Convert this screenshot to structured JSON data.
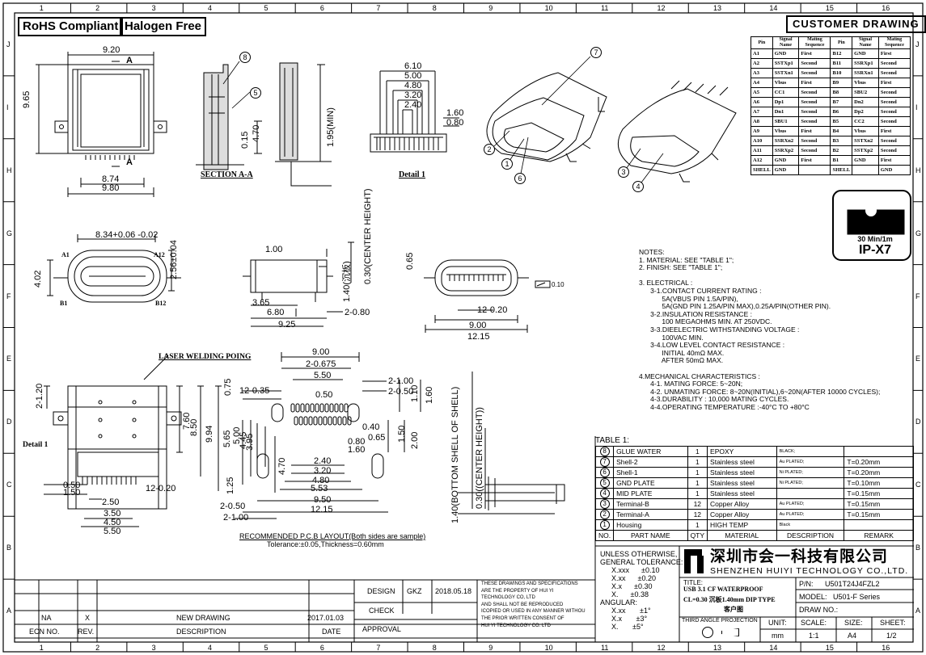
{
  "header": {
    "badge_rohs": "RoHS Compliant",
    "badge_halogen": "Halogen Free",
    "customer_drawing": "CUSTOMER DRAWING"
  },
  "border": {
    "cols": [
      "1",
      "2",
      "3",
      "4",
      "5",
      "6",
      "7",
      "8",
      "9",
      "10",
      "11",
      "12",
      "13",
      "14",
      "15",
      "16"
    ],
    "rows": [
      "J",
      "I",
      "H",
      "G",
      "F",
      "E",
      "D",
      "C",
      "B",
      "A"
    ]
  },
  "views": {
    "section_label": "SECTION A-A",
    "detail1_label": "Detail  1",
    "detail1_left": "Detail  1",
    "section_letter": "A",
    "laser_label": "LASER WELDING POING",
    "pcb_title": "RECOMMENDED P.C.B LAYOUT(Both sides are sample)",
    "pcb_tol": "Tolerance:±0.05,Thickness=0.60mm",
    "center_height": "0.30(CENTER HEIGHT)",
    "center_height2": "0.30((CENTER HEIGHT))",
    "bottom_shell": "1.40(BOTTOM SHELL OF SHELL)",
    "dims_top": [
      "9.20",
      "9.65",
      "8.74",
      "9.80",
      "0.15",
      "4.70",
      "1.95(MIN)",
      "6.10",
      "5.00",
      "4.80",
      "3.20",
      "2.40",
      "1.60",
      "0.80"
    ],
    "dims_mid": [
      "8.34+0.06 -0.02",
      "2.56±0.04",
      "4.02",
      "1.00",
      "1.40(沉板)",
      "3.65",
      "6.80",
      "9.25",
      "2-0.80",
      "0.65",
      "12-0.20",
      "9.00",
      "12.15",
      "0.10"
    ],
    "dims_low": [
      "2-1.20",
      "7.60",
      "8.50",
      "9.94",
      "0.50",
      "1.50",
      "12-0.20",
      "2.50",
      "3.50",
      "4.50",
      "5.50"
    ],
    "dims_pcb": [
      "9.00",
      "2-0.675",
      "5.50",
      "12-0.35",
      "0.75",
      "2-1.00",
      "2-0.50",
      "1.10",
      "1.60",
      "0.50",
      "0.40",
      "0.65",
      "0.80",
      "1.60",
      "1.50",
      "2.00",
      "5.65",
      "5.00",
      "4.45",
      "3.95",
      "4.70",
      "2.40",
      "3.20",
      "4.80",
      "5.53",
      "1.25",
      "2-0.50",
      "9.50",
      "2-1.00",
      "12.15"
    ],
    "balloons": [
      "8",
      "5",
      "7",
      "2",
      "1",
      "6",
      "3",
      "4"
    ],
    "pin_labels": [
      "A1",
      "A12",
      "B12",
      "B1"
    ]
  },
  "pin_table": {
    "headers": [
      "Pin",
      "Signal Name",
      "Mating Sequence",
      "Pin",
      "Signal Name",
      "Mating Sequence"
    ],
    "rows": [
      [
        "A1",
        "GND",
        "First",
        "B12",
        "GND",
        "First"
      ],
      [
        "A2",
        "SSTXp1",
        "Second",
        "B11",
        "SSRXp1",
        "Second"
      ],
      [
        "A3",
        "SSTXn1",
        "Second",
        "B10",
        "SSRXn1",
        "Second"
      ],
      [
        "A4",
        "Vbus",
        "First",
        "B9",
        "Vbus",
        "First"
      ],
      [
        "A5",
        "CC1",
        "Second",
        "B8",
        "SBU2",
        "Second"
      ],
      [
        "A6",
        "Dp1",
        "Second",
        "B7",
        "Dn2",
        "Second"
      ],
      [
        "A7",
        "Dn1",
        "Second",
        "B6",
        "Dp2",
        "Second"
      ],
      [
        "A8",
        "SBU1",
        "Second",
        "B5",
        "CC2",
        "Second"
      ],
      [
        "A9",
        "Vbus",
        "First",
        "B4",
        "Vbus",
        "First"
      ],
      [
        "A10",
        "SSRXn2",
        "Second",
        "B3",
        "SSTXn2",
        "Second"
      ],
      [
        "A11",
        "SSRXp2",
        "Second",
        "B2",
        "SSTXp2",
        "Second"
      ],
      [
        "A12",
        "GND",
        "First",
        "B1",
        "GND",
        "First"
      ],
      [
        "SHELL",
        "GND",
        "",
        "SHELL",
        "",
        "GND"
      ]
    ]
  },
  "ip_badge": {
    "line1": "30 Min/1m",
    "line2": "IP-X7"
  },
  "notes": [
    "NOTES:",
    "1. MATERIAL: SEE \"TABLE 1\";",
    "2. FINISH: SEE \"TABLE 1\";",
    "",
    "3. ELECTRICAL :",
    "      3-1.CONTACT CURRENT RATING :",
    "            5A(VBUS PIN 1.5A/PIN),",
    "            5A(GND PIN 1.25A/PIN MAX),0.25A/PIN(OTHER PIN).",
    "      3-2.INSULATION RESISTANCE :",
    "            100 MEGAOHMS MIN. AT 250VDC.",
    "      3-3.DIEELECTRIC WITHSTANDING VOLTAGE :",
    "            100VAC MIN.",
    "      3-4.LOW LEVEL CONTACT RESISTANCE :",
    "            INITIAL 40mΩ MAX.",
    "            AFTER 50mΩ MAX.",
    "",
    "4.MECHANICAL CHARACTERISTICS :",
    "      4-1. MATING FORCE: 5~20N;",
    "      4-2. UNMATING FORCE: 8~20N(INITIAL),6~20N(AFTER 10000 CYCLES);",
    "      4-3.DURABILITY : 10,000 MATING CYCLES.",
    "      4-4.OPERATING TEMPERATURE :-40°C TO +80°C"
  ],
  "table1": {
    "title": "TABLE 1:",
    "headers": [
      "NO.",
      "PART NAME",
      "QTY",
      "MATERIAL",
      "DESCRIPTION",
      "REMARK"
    ],
    "rows": [
      [
        "8",
        "GLUE WATER",
        "1",
        "EPOXY",
        "BLACK;",
        ""
      ],
      [
        "7",
        "Shell-2",
        "1",
        "Stainless steel",
        "Au PLATED;",
        "T=0.20mm"
      ],
      [
        "6",
        "Shell-1",
        "1",
        "Stainless steel",
        "Ni PLATED;",
        "T=0.20mm"
      ],
      [
        "5",
        "GND PLATE",
        "1",
        "Stainless steel",
        "Ni PLATED;",
        "T=0.10mm"
      ],
      [
        "4",
        "MID PLATE",
        "1",
        "Stainless steel",
        "",
        "T=0.15mm"
      ],
      [
        "3",
        "Terminal-B",
        "12",
        "Copper Alloy",
        "Au PLATED;",
        "T=0.15mm"
      ],
      [
        "2",
        "Terminal-A",
        "12",
        "Copper Alloy",
        "Au PLATED;",
        "T=0.15mm"
      ],
      [
        "1",
        "Housing",
        "1",
        "HIGH TEMP",
        "Black",
        ""
      ]
    ]
  },
  "tolerance": {
    "title1": "UNLESS OTHERWISE,",
    "title2": "GENERAL TOLERANCE:",
    "rows": [
      [
        "X.xxx",
        "±0.10"
      ],
      [
        "X.xx",
        "±0.20"
      ],
      [
        "X.x",
        "±0.30"
      ],
      [
        "X.",
        "±0.38"
      ]
    ],
    "angular": "ANGULAR:",
    "arows": [
      [
        "X.xx",
        "±1°"
      ],
      [
        "X.x",
        "±3°"
      ],
      [
        "X.",
        "±5°"
      ]
    ]
  },
  "company": {
    "cn": "深圳市会一科技有限公司",
    "en": "SHENZHEN HUIYI TECHNOLOGY CO.,LTD."
  },
  "title_block": {
    "title_label": "TITLE:",
    "title1": "USB 3.1 CF WATERPROOF",
    "title2": "CL=0.30 沉板1.40mm DIP TYPE",
    "title3": "客户图",
    "pn_label": "P/N:",
    "pn": "U501T24J4FZL2",
    "model_label": "MODEL:",
    "model": "U501-F Series",
    "drawno_label": "DRAW NO.:",
    "drawno": "",
    "projection": "THIRD ANGLE PROJECTION",
    "unit_label": "UNIT:",
    "unit": "mm",
    "scale_label": "SCALE:",
    "scale": "1:1",
    "size_label": "SIZE:",
    "size": "A4",
    "sheet_label": "SHEET:",
    "sheet": "1/2"
  },
  "approval": {
    "design_label": "DESIGN",
    "design_by": "GKZ",
    "design_date": "2018.05.18",
    "check_label": "CHECK",
    "approval_label": "APPROVAL",
    "confidential": [
      "THESE DRAWINGS AND SPECIFICATIONS",
      "ARE THE PROPERTY OF HUI YI",
      "TECHNOLOGY  CO, LTD",
      "AND SHALL NOT BE REPRODUCED",
      "ICOPIED OR USED IN ANY MANNER WITHOU",
      "THE PRIOR WRITTEN CONSENT OF",
      "HUI YI  TECHNOLOGY CO. LTD"
    ]
  },
  "revisions": {
    "headers": [
      "ECN NO.",
      "REV.",
      "DESCRIPTION",
      "DATE"
    ],
    "rows": [
      [
        "NA",
        "X",
        "NEW DRAWING",
        "2017.01.03"
      ]
    ]
  }
}
